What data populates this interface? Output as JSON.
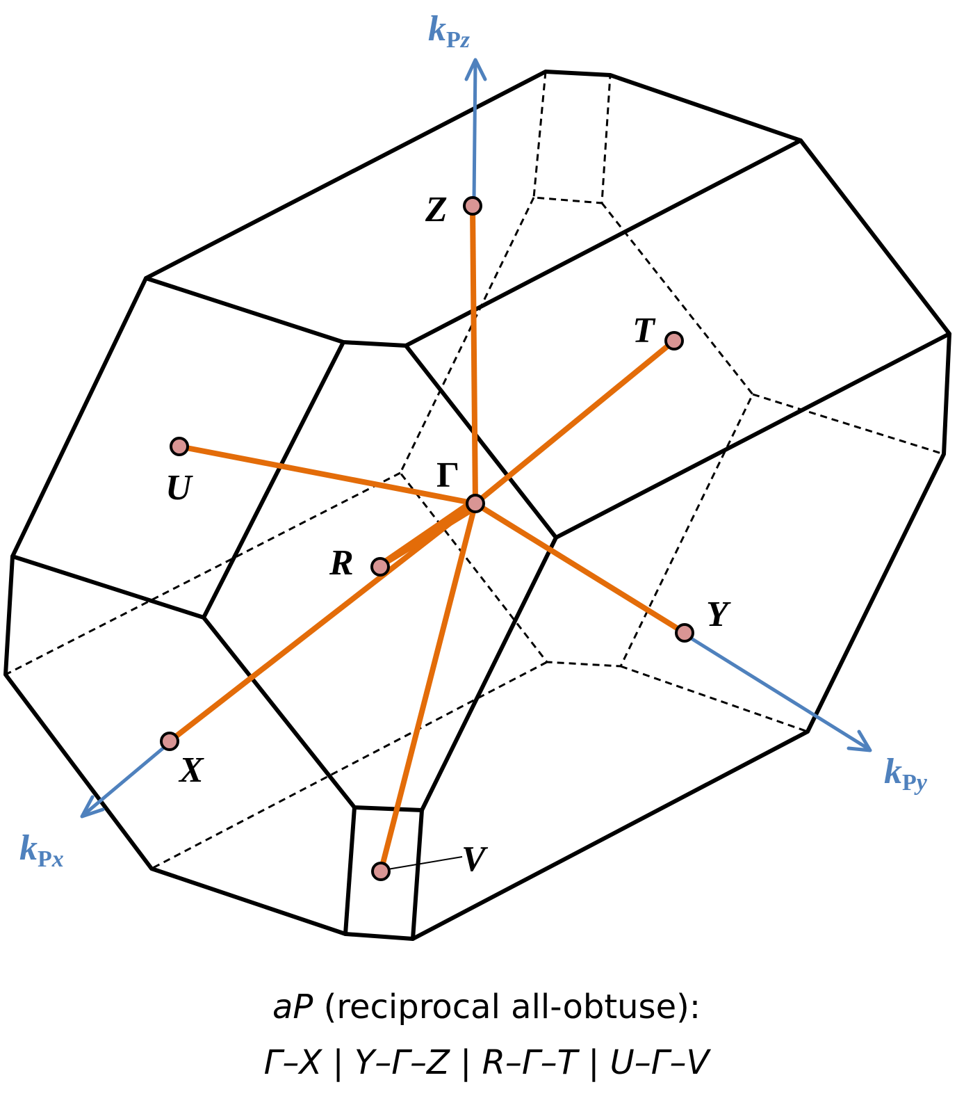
{
  "points": {
    "gamma": "Γ",
    "x": "X",
    "y": "Y",
    "z": "Z",
    "r": "R",
    "t": "T",
    "u": "U",
    "v": "V"
  },
  "axes": {
    "kx": {
      "k": "k",
      "sub": "P",
      "sub_italic": "x"
    },
    "ky": {
      "k": "k",
      "sub": "P",
      "sub_italic": "y"
    },
    "kz": {
      "k": "k",
      "sub": "P",
      "sub_italic": "z"
    }
  },
  "caption": {
    "lattice_symbol": "aP",
    "lattice_desc": " (reciprocal all-obtuse):",
    "path_segments": [
      "Γ–X",
      "Y–Γ–Z",
      "R–Γ–T",
      "U–Γ–V"
    ],
    "separator": " | "
  },
  "colors": {
    "path": "#E36C09",
    "axis": "#4F81BD",
    "point_fill": "#D99594",
    "edges": "#000000"
  }
}
